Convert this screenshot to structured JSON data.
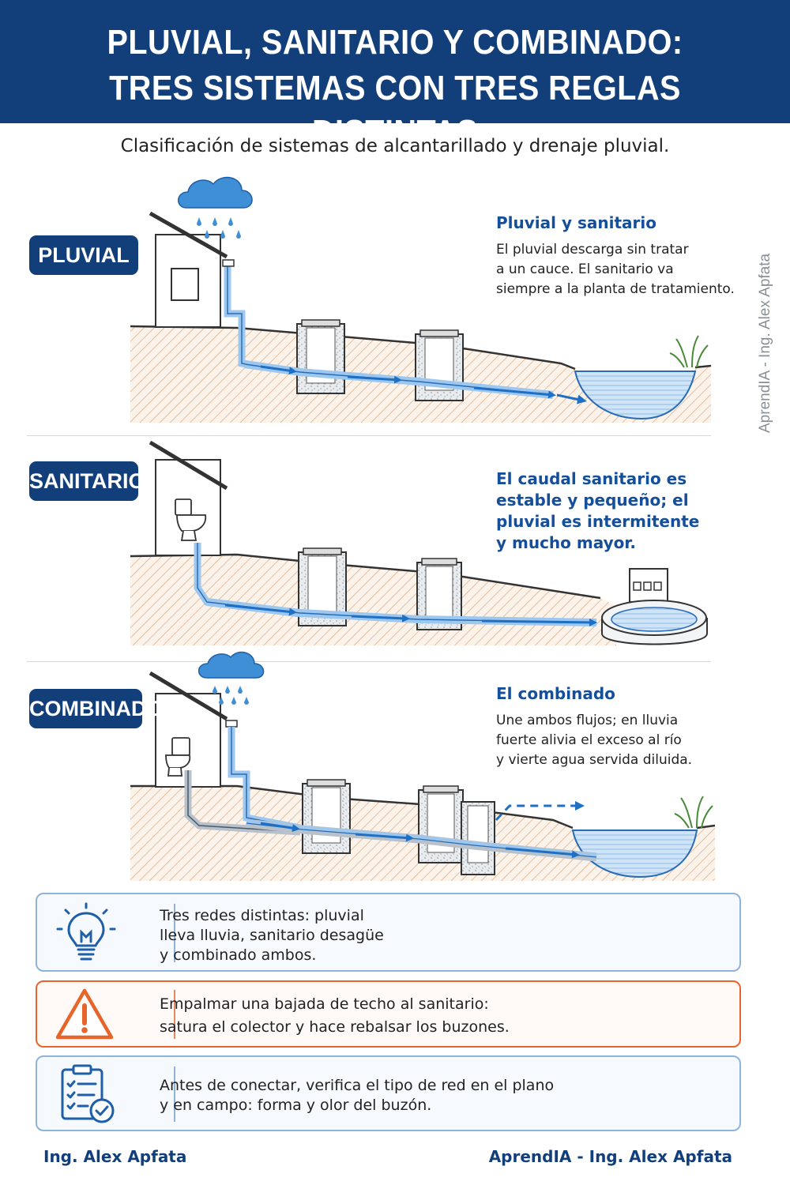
{
  "header": {
    "title_line1": "PLUVIAL, SANITARIO Y COMBINADO:",
    "title_line2": "TRES SISTEMAS CON TRES REGLAS DISTINTAS"
  },
  "subtitle": "Clasificación de sistemas de alcantarillado y drenaje pluvial.",
  "side_watermark": "AprendIA - Ing. Alex Apfata",
  "sections": {
    "pluvial": {
      "badge": "PLUVIAL",
      "heading": "Pluvial y sanitario",
      "lines": [
        "El pluvial descarga sin tratar",
        "a un cauce. El sanitario va",
        "siempre a la planta de tratamiento."
      ]
    },
    "sanitario": {
      "badge": "SANITARIO",
      "heading_lines": [
        "El caudal sanitario es",
        "estable y pequeño; el",
        "pluvial es intermitente",
        "y mucho mayor."
      ]
    },
    "combinado": {
      "badge": "COMBINADO",
      "heading": "El combinado",
      "lines": [
        "Une ambos flujos; en lluvia",
        "fuerte alivia el exceso al río",
        "y vierte agua servida diluida."
      ]
    }
  },
  "cards": [
    {
      "icon": "lightbulb-icon",
      "lines": [
        "Tres redes distintas: pluvial",
        "lleva lluvia, sanitario desagüe",
        "y combinado ambos."
      ]
    },
    {
      "icon": "warning-icon",
      "lines": [
        "Empalmar una bajada de techo al sanitario:",
        "satura el colector y hace rebalsar los buzones."
      ]
    },
    {
      "icon": "checklist-icon",
      "lines": [
        "Antes de conectar, verifica el tipo de red en el plano",
        "y en campo: forma y olor del buzón."
      ]
    }
  ],
  "footer": {
    "left": "Ing. Alex Apfata",
    "right": "AprendIA - Ing. Alex Apfata"
  },
  "colors": {
    "navy": "#123f7a",
    "accent_blue": "#154e99",
    "water": "#4a90d9",
    "warning": "#e5652b"
  }
}
